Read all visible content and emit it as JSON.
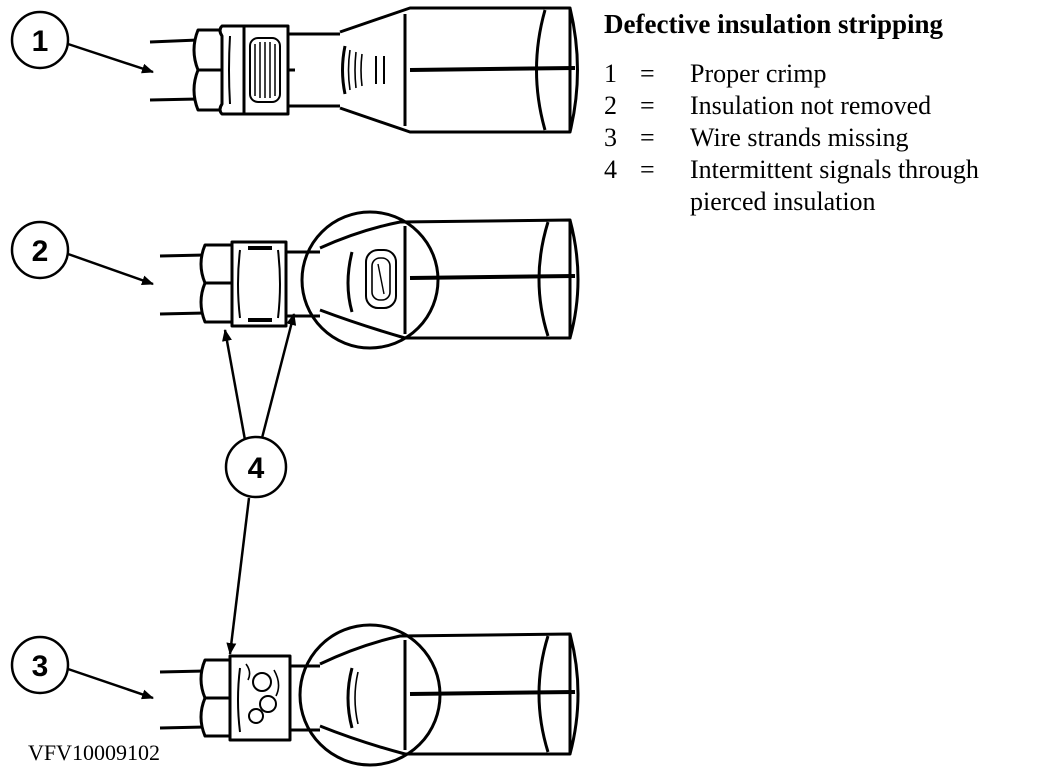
{
  "legend": {
    "title": "Defective insulation stripping",
    "items": [
      {
        "num": "1",
        "sep": "=",
        "text": "Proper crimp"
      },
      {
        "num": "2",
        "sep": "=",
        "text": "Insulation not removed"
      },
      {
        "num": "3",
        "sep": "=",
        "text": "Wire strands missing"
      },
      {
        "num": "4",
        "sep": "=",
        "text": "Intermittent signals through pierced insulation"
      }
    ]
  },
  "callouts": {
    "c1": "1",
    "c2": "2",
    "c3": "3",
    "c4": "4"
  },
  "figure_id": "VFV10009102"
}
